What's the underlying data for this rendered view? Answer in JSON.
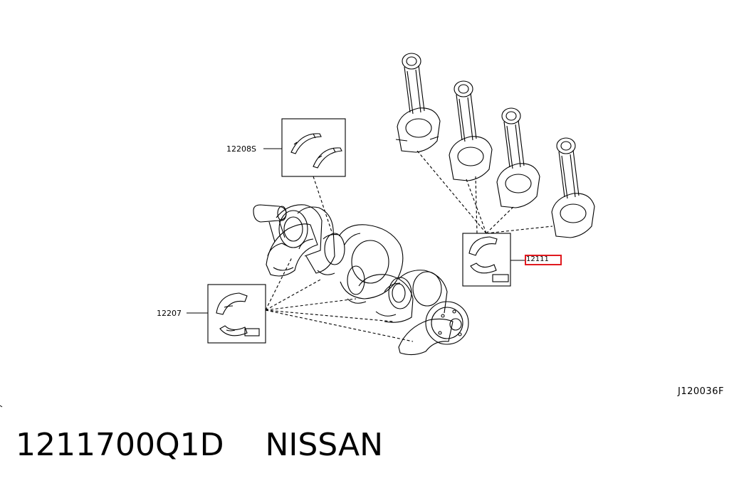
{
  "labels": {
    "thrust_washer": "12208S",
    "main_bearing": "12207",
    "rod_bearing": "12111",
    "reference": "J120036F"
  },
  "caption": {
    "part_number": "1211700Q1D",
    "brand": "NISSAN"
  },
  "colors": {
    "line": "#000000",
    "highlight": "#e0191f",
    "background": "#ffffff"
  }
}
